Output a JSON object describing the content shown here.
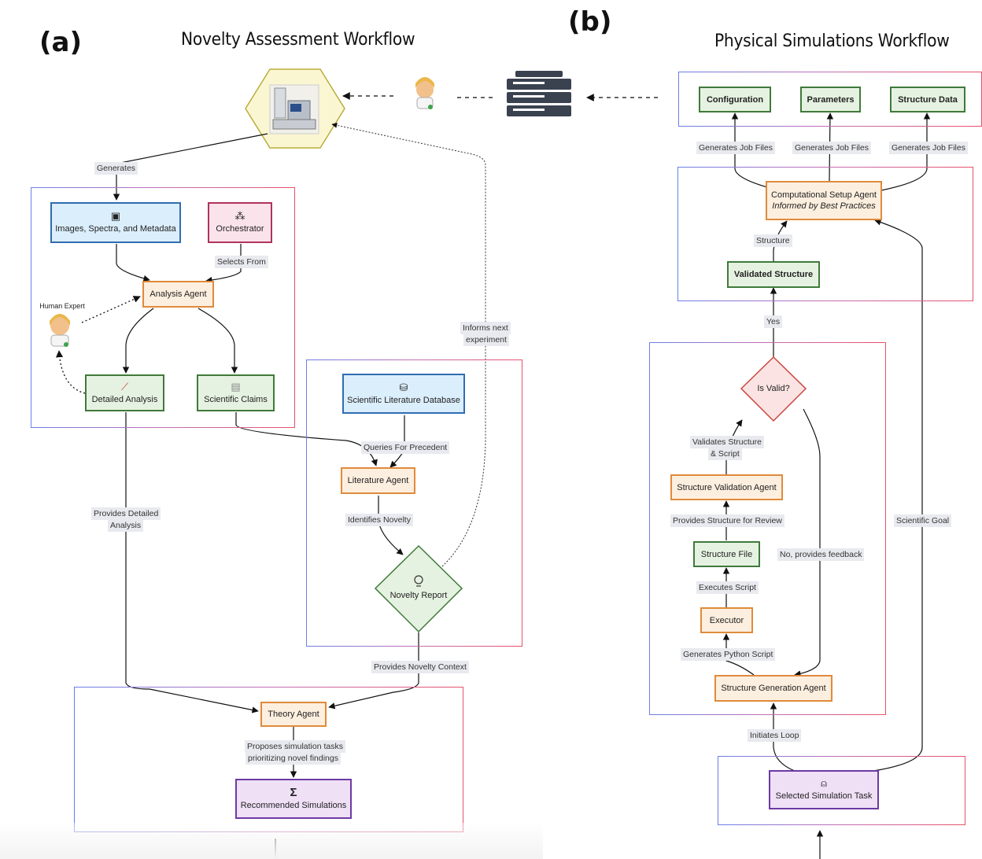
{
  "panel_a": {
    "label": "(a)",
    "title": "Novelty Assessment Workflow",
    "nodes": {
      "images": "Images, Spectra, and Metadata",
      "orchestrator": "Orchestrator",
      "analysis_agent": "Analysis Agent",
      "human_expert": "Human Expert",
      "detailed_analysis": "Detailed Analysis",
      "scientific_claims": "Scientific Claims",
      "lit_db": "Scientific Literature Database",
      "lit_agent": "Literature Agent",
      "novelty_report": "Novelty Report",
      "theory_agent": "Theory Agent",
      "recommended_sims": "Recommended Simulations"
    },
    "edges": {
      "generates": "Generates",
      "selects_from": "Selects From",
      "informs_next_1": "Informs next",
      "informs_next_2": "experiment",
      "queries": "Queries For Precedent",
      "identifies": "Identifies Novelty",
      "provides_detailed_1": "Provides Detailed",
      "provides_detailed_2": "Analysis",
      "provides_novelty": "Provides Novelty Context",
      "proposes_1": "Proposes simulation tasks",
      "proposes_2": "prioritizing novel findings"
    }
  },
  "panel_b": {
    "label": "(b)",
    "title": "Physical Simulations Workflow",
    "nodes": {
      "configuration": "Configuration",
      "parameters": "Parameters",
      "structure_data": "Structure Data",
      "setup_agent": "Computational Setup Agent",
      "setup_agent_sub": "Informed by Best Practices",
      "validated_structure": "Validated Structure",
      "is_valid": "Is Valid?",
      "validation_agent": "Structure Validation Agent",
      "structure_file": "Structure File",
      "executor": "Executor",
      "generation_agent": "Structure Generation Agent",
      "selected_task": "Selected Simulation Task"
    },
    "edges": {
      "gen_job_1": "Generates Job Files",
      "gen_job_2": "Generates Job Files",
      "gen_job_3": "Generates Job Files",
      "structure": "Structure",
      "yes": "Yes",
      "validates_1": "Validates Structure",
      "validates_2": "& Script",
      "provides_structure": "Provides Structure for Review",
      "executes": "Executes Script",
      "generates_python": "Generates Python Script",
      "no_feedback": "No, provides feedback",
      "scientific_goal": "Scientific Goal",
      "initiates_loop": "Initiates Loop"
    }
  },
  "icons": [
    "microscope-icon",
    "scientist-icon",
    "server-icon",
    "image-icon",
    "network-icon",
    "chart-icon",
    "document-icon",
    "database-icon",
    "lightbulb-icon",
    "sigma-icon",
    "user-icon"
  ],
  "colors": {
    "green": "#3f7a3a",
    "orange": "#e08a3c",
    "blue": "#2f6db0",
    "pink": "#b0325e",
    "purple": "#6d3aa3"
  }
}
